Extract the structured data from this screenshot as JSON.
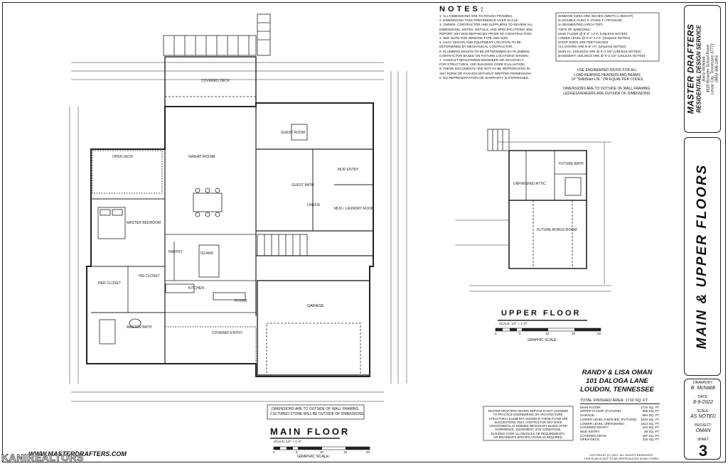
{
  "notes": {
    "title": "NOTES:",
    "items": [
      "1. ALL DIMENSIONS ARE TO ROUGH FRAMING.",
      "2. DIMENSIONS TAKE PREFERENCE OVER SCALE.",
      "3. OWNER, CONTRACTOR AND SUPPLIERS TO REVIEW ALL",
      "DIMENSIONS, NOTES, DETAILS, AND SPECIFICATIONS AND",
      "REPORT ANY DISCREPANCIES PRIOR TO CONSTRUCTION.",
      "4. SEE NOTE FOR WINDOW TYPE AND SIZE.",
      "5. HVAC DESIGN AND EQUIPMENT LOCATION TO BE",
      "DETERMINED BY MECHANICAL CONTRACTOR.",
      "6. PLUMBING DESIGN TO BE DETERMINED BY PLUMBING",
      "CONTRACTOR BASED ON FIXTURE LOCATIONS SHOWN.",
      "7. CONSULT REGISTERED ENGINEER OR ARCHITECT",
      "FOR STRUCTURAL AND BUILDING CODE EVALUATION.",
      "8. THESE DOCUMENTS ARE NOT TO BE REPRODUCED IN",
      "ANY FORM OR FASHION WITHOUT WRITTEN PERMISSION.",
      "9. NO REPRESENTATION OR WARRANTY IS EXPRESSED."
    ]
  },
  "window_notes": [
    "WINDOW SIZES ARE INCHES (WIDTH x HEIGHT)",
    "D=DOUBLE HUNG  F=FIXED  T=TRANSOM",
    "S=SEGMENTED (ARCH TOP)",
    "TOPS OF WINDOWS:",
    "MAIN FLOOR @ 8'-0\" A.F.F. (UNLESS NOTED)",
    "LOWER LEVEL @ 8'-0\" A.F.F. (UNLESS NOTED)",
    "DOOR SIZES ARE FEET-INCHES",
    "ALL DOORS ARE 6'-8\" HT. (UNLESS NOTED)",
    "MAIN FL. CEILINGS ARE @ 9'-1 1/8\" (UNLESS NOTED)",
    "BASEMENT CEILINGS ARE @ 9'-1 1/2\" (UNLESS NOTED)"
  ],
  "engineered_notes": [
    "USE ENGINEERED WOOD FOR ALL",
    "LOAD BEARING HEADERS AND BEAMS",
    "LP \"SolidStart LSL\" OR EQUAL PER CODES",
    "",
    "DIMENSIONS ARE TO OUTSIDE OF WALL FRAMING.",
    "LEDGES/VENEERS ARE OUTSIDE OF DIMENSIONS."
  ],
  "main_floor": {
    "title": "MAIN FLOOR",
    "scale": "SCALE: 1/4\" = 1'-0\"",
    "graphic_scale": "GRAPHIC SCALE:",
    "scale_ticks": [
      "0",
      "5",
      "10",
      "15",
      "20"
    ],
    "dimensions_note": [
      "DIMENSIONS ARE TO OUTSIDE OF WALL FRAMING.",
      "CULTURED STONE WILL BE OUTSIDE OF DIMENSIONS."
    ],
    "rooms": [
      "COVERED DECK",
      "OPEN DECK",
      "GREAT ROOM",
      "GUEST ROOM",
      "MASTER BEDROOM",
      "MUD / LAUNDRY ROOM",
      "MUD ENTRY",
      "GUEST BATH",
      "KITCHEN",
      "HER CLOSET",
      "HIS CLOSET",
      "MASTER BATH",
      "FOYER",
      "GARAGE",
      "COVERED ENTRY",
      "PANTRY",
      "LINENS",
      "ISLAND"
    ]
  },
  "upper_floor": {
    "title": "UPPER FLOOR",
    "scale": "SCALE: 1/4\" = 1'-0\"",
    "graphic_scale": "GRAPHIC SCALE:",
    "scale_ticks": [
      "0",
      "5",
      "10",
      "15",
      "20"
    ],
    "rooms": [
      "FUTURE BONUS ROOM",
      "FUTURE BATH",
      "UNFINISHED ATTIC"
    ]
  },
  "client": {
    "names": "RANDY & LISA OMAN",
    "street": "101 DALOGA LANE",
    "city": "LOUDON, TENNESSEE"
  },
  "areas": {
    "total": "TOTAL FINISHED AREA: 1710 SQ. FT.",
    "rows": [
      {
        "label": "MAIN FLOOR:",
        "value": "1710 SQ. FT."
      },
      {
        "label": "UPPER FLOOR: (FUTURE)",
        "value": "305 SQ. FT."
      },
      {
        "label": "GARAGE:",
        "value": "584 SQ. FT."
      },
      {
        "label": "LOWER LEVEL FINISHED: (FUTURE)",
        "value": "1010 SQ. FT."
      },
      {
        "label": "LOWER LEVEL UNFINISHED:",
        "value": "1614 SQ. FT."
      },
      {
        "label": "COVERED ENTRY:",
        "value": "120 SQ. FT."
      },
      {
        "label": "MUD ENTRY:",
        "value": "38 SQ. FT."
      },
      {
        "label": "COVERED DECK:",
        "value": "187 SQ. FT."
      },
      {
        "label": "OPEN DECK:",
        "value": "115 SQ. FT."
      }
    ]
  },
  "disclaimer": [
    "MASTER DRAFTERS DESIGN SERVICE IS NOT LICENSED",
    "TO PRACTICE ENGINEERING OR ARCHITECTURE.",
    "STRUCTURAL ELEMENTS SHOWN IN THESE PLANS ARE",
    "SUGGESTIONS ONLY. CONTRACTOR MAY MAKE",
    "ADJUSTMENTS AS DEEMED NECESSARY BASED UPON",
    "EXPERIENCE, JUDGEMENT, SITE CONDITIONS,",
    "BUILDING CODE ALLOWANCES OR REQUIREMENTS,",
    "OR ENGINEER'S SPECIFICATIONS AS REQUIRED."
  ],
  "copyright": [
    "COPYRIGHT (C) 2022.  ALL RIGHTS RESERVED.",
    "THIS PLAN IS NOT TO BE REPRODUCED IN ANY FORM."
  ],
  "website": "WWW.MASTERDRAFTERS.COM",
  "watermark": "KANIREALTORS",
  "title_block": {
    "company": "MASTER DRAFTERS",
    "service": "RESIDENTIAL DESIGN SERVICE",
    "address": [
      "Barry McNabb",
      "4520 Browder School Road",
      "Lenoir City, Tennessee 37771",
      "(865) 386-1483"
    ],
    "sheet_title": "MAIN & UPPER FLOORS",
    "drawn_by_label": "DRAWN BY:",
    "drawn_by": "B. McNabb",
    "date_label": "DATE:",
    "date": "8-9-2022",
    "scale_label": "SCALE:",
    "scale": "AS NOTED",
    "project_label": "PROJECT:",
    "project": "OMAN",
    "sheet_label": "SHEET",
    "sheet": "3"
  }
}
